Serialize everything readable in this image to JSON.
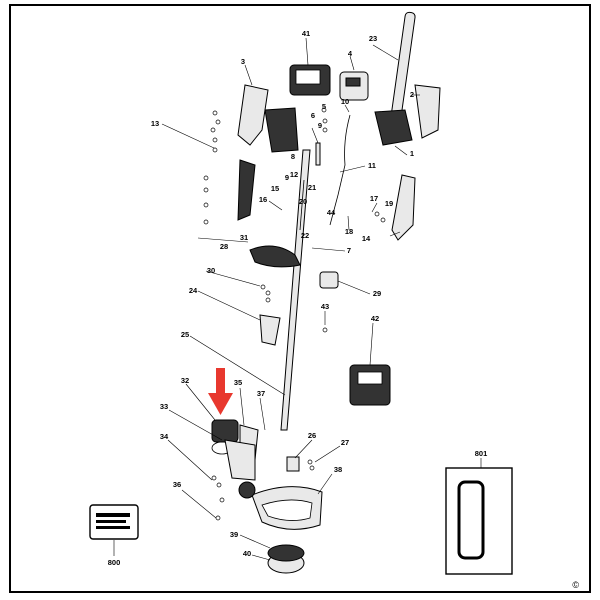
{
  "callouts": {
    "c41": "41",
    "c4": "4",
    "c23": "23",
    "c3": "3",
    "c10": "10",
    "c2": "2",
    "c5": "5",
    "c6": "6",
    "c9": "9",
    "c13": "13",
    "c1": "1",
    "c8": "8",
    "c11": "11",
    "c12": "12",
    "c9b": "9",
    "c21": "21",
    "c15": "15",
    "c16": "16",
    "c20": "20",
    "c44": "44",
    "c17": "17",
    "c19": "19",
    "c18": "18",
    "c14": "14",
    "c31": "31",
    "c22": "22",
    "c28": "28",
    "c7": "7",
    "c30": "30",
    "c29": "29",
    "c24": "24",
    "c43": "43",
    "c42": "42",
    "c25": "25",
    "c32": "32",
    "c35": "35",
    "c37": "37",
    "c33": "33",
    "c26": "26",
    "c27": "27",
    "c34": "34",
    "c38": "38",
    "c36": "36",
    "c39": "39",
    "c40": "40",
    "c801": "801",
    "c800": "800"
  },
  "copyright": "©",
  "colors": {
    "arrow": "#e8382e",
    "ink": "#000000",
    "frame": "#000000"
  }
}
